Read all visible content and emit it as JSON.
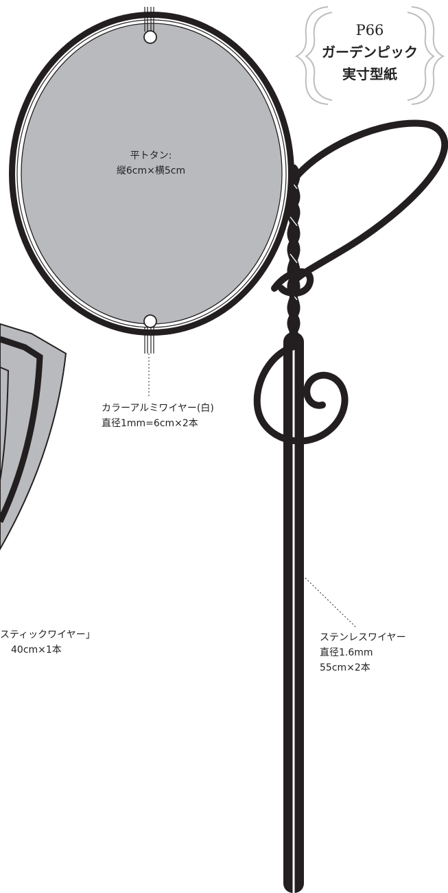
{
  "badge": {
    "page": "P66",
    "title": "ガーデンピック",
    "subtitle": "実寸型紙"
  },
  "labels": {
    "plate_line1": "平トタン:",
    "plate_line2": "縦6cm×横5cm",
    "alum_line1": "カラーアルミワイヤー(白)",
    "alum_line2": "直径1mm=6cm×2本",
    "stick_line1": "スティックワイヤー」",
    "stick_line2": "40cm×1本",
    "stain_line1": "ステンレスワイヤー",
    "stain_line2": "直径1.6mm",
    "stain_line3": "55cm×2本"
  },
  "colors": {
    "wire": "#231f20",
    "plate": "#b9babd",
    "white_wire": "#ffffff"
  }
}
